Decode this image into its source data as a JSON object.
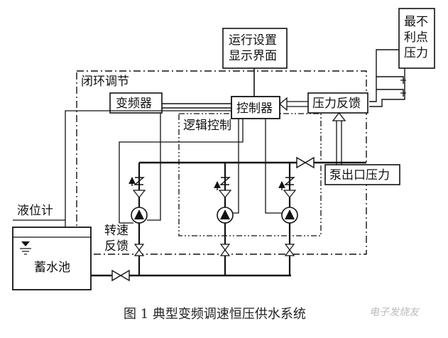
{
  "labels": {
    "run_ui_line1": "运行设置",
    "run_ui_line2": "显示界面",
    "closed_loop": "闭环调节",
    "vfd": "变频器",
    "controller": "控制器",
    "pressure_feedback": "压力反馈",
    "logic_control": "逻辑控制",
    "pump_outlet_pressure": "泵出口压力",
    "level_meter": "液位计",
    "speed_feedback_line1": "转速",
    "speed_feedback_line2": "反馈",
    "tank": "蓄水池",
    "worst_point_line1": "最不",
    "worst_point_line2": "利点",
    "worst_point_line3": "压力"
  },
  "caption": "图 1   典型变频调速恒压供水系统",
  "watermark": "电子发烧友"
}
